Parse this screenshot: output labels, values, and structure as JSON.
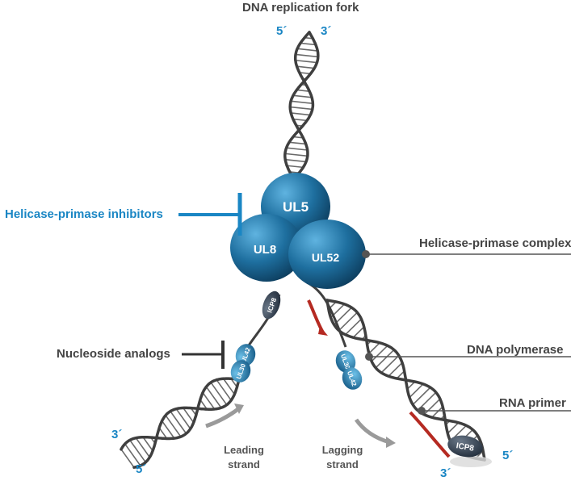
{
  "title": "DNA replication fork",
  "labels": {
    "helicase_inhibitors": "Helicase-primase inhibitors",
    "helicase_complex": "Helicase-primase complex",
    "nucleoside_analogs": "Nucleoside analogs",
    "dna_polymerase": "DNA polymerase",
    "rna_primer": "RNA primer"
  },
  "strands": {
    "leading_line1": "Leading",
    "leading_line2": "strand",
    "lagging_line1": "Lagging",
    "lagging_line2": "strand"
  },
  "ends": {
    "top_left": "5´",
    "top_right": "3´",
    "bottom_left_upper": "3´",
    "bottom_left_lower": "5´",
    "bottom_right_lower": "3´",
    "bottom_right_upper": "5´"
  },
  "proteins": {
    "ul5": "UL5",
    "ul8": "UL8",
    "ul52": "UL52",
    "icp8_top": "ICP8",
    "icp8_bottom": "ICP8",
    "ul42_left": "UL42",
    "ul30_left": "UL30",
    "ul30_right": "UL30",
    "ul42_right": "UL42"
  },
  "colors": {
    "protein_blue": "#1e6f9f",
    "label_blue": "#1a86c4",
    "dna_gray": "#3f3f3f",
    "primer_red": "#b52a22",
    "icp8_dark": "#2b3a4c"
  }
}
